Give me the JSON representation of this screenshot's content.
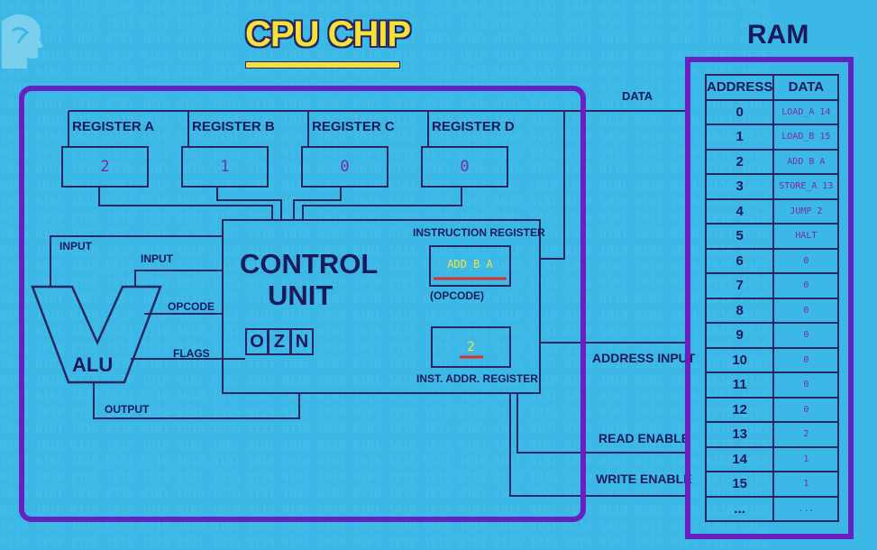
{
  "titles": {
    "cpu": "CPU CHIP",
    "ram": "RAM"
  },
  "registers": [
    {
      "label": "REGISTER A",
      "value": "2"
    },
    {
      "label": "REGISTER B",
      "value": "1"
    },
    {
      "label": "REGISTER C",
      "value": "0"
    },
    {
      "label": "REGISTER D",
      "value": "0"
    }
  ],
  "control_unit": {
    "title_line1": "CONTROL",
    "title_line2": "UNIT",
    "instruction_register_label": "INSTRUCTION REGISTER",
    "instruction_register_value": "ADD B A",
    "opcode_note": "(OPCODE)",
    "inst_addr_register_label": "INST. ADDR. REGISTER",
    "inst_addr_register_value": "2",
    "flags": [
      "O",
      "Z",
      "N"
    ]
  },
  "alu": {
    "label": "ALU",
    "input_a": "INPUT",
    "input_b": "INPUT",
    "opcode": "OPCODE",
    "flags": "FLAGS",
    "output": "OUTPUT"
  },
  "buses": {
    "data": "DATA",
    "address_input": "ADDRESS INPUT",
    "read_enable": "READ ENABLE",
    "write_enable": "WRITE ENABLE"
  },
  "ram": {
    "headers": [
      "ADDRESS",
      "DATA"
    ],
    "rows": [
      {
        "address": "0",
        "data": "LOAD_A 14"
      },
      {
        "address": "1",
        "data": "LOAD_B 15"
      },
      {
        "address": "2",
        "data": "ADD B A"
      },
      {
        "address": "3",
        "data": "STORE_A 13"
      },
      {
        "address": "4",
        "data": "JUMP 2"
      },
      {
        "address": "5",
        "data": "HALT"
      },
      {
        "address": "6",
        "data": "0"
      },
      {
        "address": "7",
        "data": "0"
      },
      {
        "address": "8",
        "data": "0"
      },
      {
        "address": "9",
        "data": "0"
      },
      {
        "address": "10",
        "data": "0"
      },
      {
        "address": "11",
        "data": "0"
      },
      {
        "address": "12",
        "data": "0"
      },
      {
        "address": "13",
        "data": "2"
      },
      {
        "address": "14",
        "data": "1"
      },
      {
        "address": "15",
        "data": "1"
      },
      {
        "address": "...",
        "data": "..."
      }
    ]
  },
  "colors": {
    "background": "#3bb8e6",
    "chip_border": "#6a1fc0",
    "lines": "#2a2563",
    "title_yellow": "#f4e23a",
    "register_value": "#7a2aa8",
    "instruction_yellow": "#f0e640",
    "highlight_red": "#e0302a"
  }
}
